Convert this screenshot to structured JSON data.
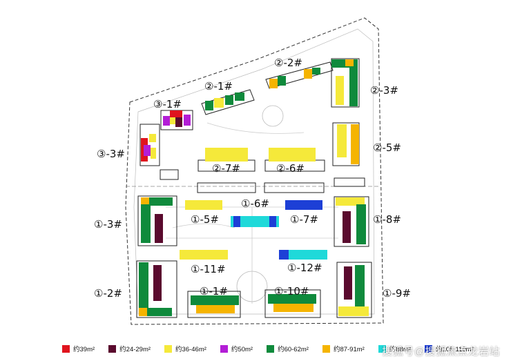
{
  "colors": {
    "c39": "#e0141e",
    "c24_29": "#5a0a2e",
    "c36_46": "#f5e93a",
    "c50": "#b31ed6",
    "c60_62": "#0f8a3c",
    "c87_91": "#f5b400",
    "c88": "#1fd9d9",
    "c108_110": "#1d3fd6"
  },
  "buildings": {
    "b1_1": "①-1#",
    "b1_2": "①-2#",
    "b1_3": "①-3#",
    "b1_5": "①-5#",
    "b1_6": "①-6#",
    "b1_7": "①-7#",
    "b1_8": "①-8#",
    "b1_9": "①-9#",
    "b1_10": "①-10#",
    "b1_11": "①-11#",
    "b1_12": "①-12#",
    "b2_1": "②-1#",
    "b2_2": "②-2#",
    "b2_3": "②-3#",
    "b2_5": "②-5#",
    "b2_6": "②-6#",
    "b2_7": "②-7#",
    "b3_1": "③-1#",
    "b3_3": "③-3#"
  },
  "legend": [
    {
      "label": "约39m²",
      "color": "#e0141e"
    },
    {
      "label": "约24-29m²",
      "color": "#5a0a2e"
    },
    {
      "label": "约36-46m²",
      "color": "#f5e93a"
    },
    {
      "label": "约50m²",
      "color": "#b31ed6"
    },
    {
      "label": "约60-62m²",
      "color": "#0f8a3c"
    },
    {
      "label": "约87-91m²",
      "color": "#f5b400"
    },
    {
      "label": "约88m²",
      "color": "#1fd9d9"
    },
    {
      "label": "约108-110m²",
      "color": "#1d3fd6"
    }
  ],
  "watermark": "搜狐号@搜狐焦点龙岩站"
}
